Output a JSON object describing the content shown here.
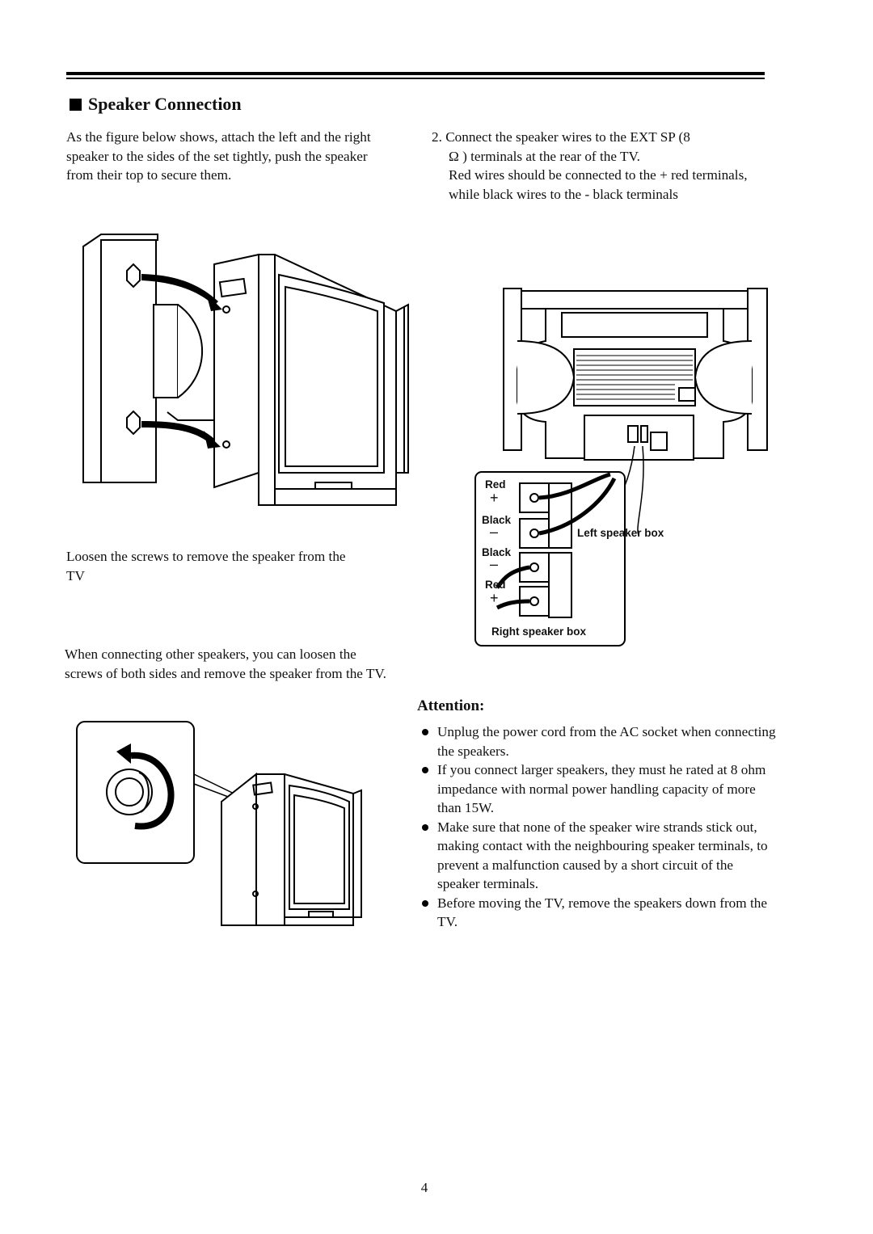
{
  "section": {
    "title": "Speaker Connection"
  },
  "intro_text": "As the figure below shows, attach the left and the right speaker to the sides of the set tightly, push the speaker from their top to secure them.",
  "step2": {
    "line1": "2. Connect the speaker wires to the EXT SP (8",
    "line2": "Ω ) terminals at the rear of the TV.",
    "line3": "Red wires should be connected to the + red terminals, while black wires to the - black terminals"
  },
  "caption_loosen": "Loosen the screws to remove the speaker from the TV",
  "caption_other": "When connecting other speakers, you can loosen the screws of both sides and remove the speaker from the TV.",
  "terminal_diagram": {
    "label_red": "Red",
    "label_black": "Black",
    "plus": "+",
    "minus": "–",
    "left_box": "Left speaker box",
    "right_box": "Right speaker box"
  },
  "attention": {
    "heading": "Attention:",
    "items": [
      "Unplug the power cord from the AC socket when connecting the speakers.",
      "If you connect larger speakers, they must he rated at 8 ohm impedance with normal power handling capacity of more than 15W.",
      "Make sure that none of the speaker wire strands stick out, making contact with the neighbouring speaker terminals, to prevent a malfunction caused by a short circuit of the speaker terminals.",
      "Before moving the TV, remove the speakers down from the TV."
    ]
  },
  "page_number": "4"
}
